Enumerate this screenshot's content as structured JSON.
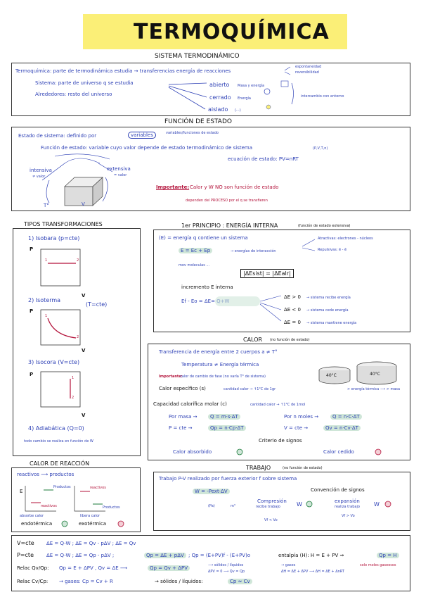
{
  "title": "TERMOQUÍMICA",
  "s1": {
    "h": "SISTEMA TERMODINÁMICO",
    "def": "Termoquímica: parte de termodinámica estudia → transferencias energía de reacciones",
    "sis": "Sistema: parte de universo q se estudia",
    "alr": "Alrededores: resto del universo",
    "abierto": "abierto",
    "abierto_n": "Masa y energía",
    "cerrado": "cerrado",
    "cerrado_n": "Energía",
    "aislado": "aislado",
    "aislado_n": "(···)",
    "r1": "espontaneidad",
    "r2": "reversibilidad",
    "r3": "intercambio con entorno"
  },
  "s2": {
    "h": "FUNCIÓN DE ESTADO",
    "e1": "Estado de sistema: definido por",
    "var": "variables",
    "varn": "variables/funciones de estado",
    "e2": "Función de estado: variable cuyo valor depende de estado termodinámico de sistema",
    "pvtn": "(P,V,T,n)",
    "eq": "ecuación de estado: PV=nRT",
    "int": "intensiva",
    "intn": "≠ valor",
    "ext": "extensiva",
    "extn": "= valor",
    "t": "T°",
    "v": "V",
    "imp": "Importante:",
    "imp2": "Calor y W NO son función de estado",
    "imp3": "dependen del PROCESO por el q se transfieren"
  },
  "s3": {
    "h": "TIPOS TRANSFORMACIONES",
    "t1": "1) Isobara (p=cte)",
    "t2": "2) Isoterma",
    "t2b": "(T=cte)",
    "t3": "3) Isocora (V=cte)",
    "t4": "4) Adiabática (Q=0)",
    "t4n": "todo cambio se realiza en función de W",
    "p": "P",
    "v": "V",
    "n1": "1",
    "n2": "2"
  },
  "s4": {
    "h": "1er PRINCIPIO : ENERGÍA INTERNA",
    "hn": "(función de estado extensiva)",
    "e1": "(E) = energía q contiene un sistema",
    "e2": "E = Ec + Ep",
    "e2n": "→ energías de interacción",
    "e2n2": "mov moleculas ...",
    "atr": "Atractivas: electrones - núcleos",
    "rep": "Repulsivas: ē - ē",
    "eq": "|ΔEsist| = |ΔEalr|",
    "inc": "incremento E interna",
    "ef": "Ef - Eo = ΔE= Q+W",
    "c1": "ΔE > 0",
    "c1n": "→ sistema recibe energía",
    "c2": "ΔE < 0",
    "c2n": "→ sistema cede energía",
    "c3": "ΔE = 0",
    "c3n": "→ sistema mantiene energía"
  },
  "s5": {
    "h": "CALOR",
    "hn": "(no función de estado)",
    "e1": "Transferencia de energía entre 2 cuerpos a ≠ T°",
    "e2": "Temperatura ≠ Energía térmica",
    "imp": "Importante:",
    "impn": "calor de cambio de fase (no varía T° de sistema)",
    "ce": "Calor específico (s)",
    "cen": "cantidad calor → ↑1°C de 1gr",
    "cm": "Capacidad calorífica molar (c)",
    "cmn": "cantidad calor → ↑1°C de 1mol",
    "pm": "Por masa →",
    "pmf": "Q = m·s·ΔT",
    "pn": "Por n moles →",
    "pnf": "Q = n·C·ΔT",
    "pc": "P = cte →",
    "pcf": "Qp = n·Cp·ΔT",
    "vc": "V = cte →",
    "vcf": "Qv = n·Cv·ΔT",
    "cs": "Criterio de signos",
    "ca": "Calor absorbido",
    "cc": "Calor cedido",
    "t1": "40°C",
    "t2": "40°C",
    "tn": "> energía térmica ⟶ > masa"
  },
  "s6": {
    "h": "CALOR DE REACCIÓN",
    "r": "reactivos ⟶ productos",
    "e": "E",
    "p1": "Productos",
    "r1": "reactivos",
    "r2": "reactivos",
    "p2": "Productos",
    "ab": "absorbe calor",
    "li": "libera calor",
    "endo": "endotérmica",
    "exo": "exotérmica"
  },
  "s7": {
    "h": "TRABAJO",
    "hn": "(no función de estado)",
    "e1": "Trabajo P-V realizado por fuerza exterior f sobre sistema",
    "w": "W = -Pext·ΔV",
    "wn1": "(Pa)",
    "wn2": "m³",
    "cs": "Convención de signos",
    "comp": "Compresión",
    "compn": "recibe trabajo",
    "compw": "W",
    "compv": "Vf < Vo",
    "exp": "expansión",
    "expn": "realiza trabajo",
    "expw": "W",
    "expv": "Vf > Vo"
  },
  "s8": {
    "l1a": "V=cte",
    "l1b": "ΔE = Q-W ; ΔE = Qv - pΔV ; ΔE = Qv",
    "l2a": "P=cte",
    "l2b": "ΔE = Q-W ; ΔE = Qp - pΔV ;",
    "l2c": "Qp = ΔE + pΔV",
    "l2d": "; Qp = (E+PV)f - (E+PV)o",
    "l2e": "entalpía (H): H = E + PV ⇒",
    "l2f": "Qp = H",
    "l3a": "Relac Qv/Qp:",
    "l3b": "Qp = E + ΔPV , Qv = ΔE ⟶",
    "l3c": "Qp = Qv + ΔPV",
    "l3n1": "⟶ sólidos / líquidos",
    "l3n2": "ΔPV = 0 ⟶ Qv = Qp",
    "l3n3": "→ gases",
    "l3n4": "ΔH = ΔE + ΔPV ⟶ ΔH = ΔE + ΔnRT",
    "l3n5": "solo moles gaseosos",
    "l4a": "Relac Cv/Cp:",
    "l4b": "→ gases: Cp = Cv + R",
    "l4c": "→ sólidos / líquidos:",
    "l4d": "Cp ≈ Cv"
  }
}
